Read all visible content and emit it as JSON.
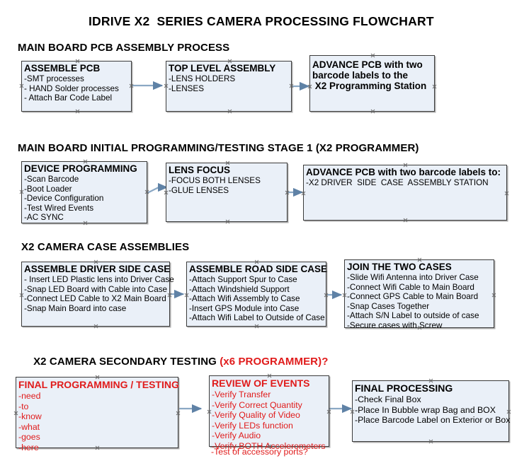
{
  "title": "IDRIVE X2  SERIES CAMERA PROCESSING FLOWCHART",
  "colors": {
    "node_fill": "#eaf0f8",
    "node_border": "#3b3b3b",
    "arrow": "#7f9db9",
    "red_accent": "#e01b1b",
    "text": "#000000"
  },
  "sections": [
    {
      "id": "main-board-pcb-assembly",
      "heading": "MAIN BOARD PCB ASSEMBLY PROCESS",
      "heading_suffix": "",
      "nodes": [
        {
          "id": "assemble-pcb",
          "head": "ASSEMBLE PCB",
          "lines": [
            "-SMT processes",
            "- HAND Solder processes",
            "- Attach Bar Code Label"
          ]
        },
        {
          "id": "top-level-assembly",
          "head": "TOP LEVEL ASSEMBLY",
          "lines": [
            "-LENS HOLDERS",
            "-LENSES"
          ]
        },
        {
          "id": "advance-pcb-programming-station",
          "head": "ADVANCE PCB with two\nbarcode labels to the\n X2 Programming Station",
          "lines": []
        }
      ]
    },
    {
      "id": "main-board-initial-programming",
      "heading": "MAIN BOARD INITIAL PROGRAMMING/TESTING STAGE 1 (X2 PROGRAMMER)",
      "heading_suffix": "",
      "nodes": [
        {
          "id": "device-programming",
          "head": "DEVICE PROGRAMMING",
          "lines": [
            "-Scan Barcode",
            "-Boot Loader",
            "-Device Configuration",
            "-Test Wired Events",
            "-AC SYNC"
          ]
        },
        {
          "id": "lens-focus",
          "head": "LENS FOCUS",
          "lines": [
            "-FOCUS BOTH LENSES",
            "-GLUE LENSES"
          ]
        },
        {
          "id": "advance-pcb-driver-side",
          "head": "ADVANCE PCB with two barcode labels to:",
          "lines": [
            "-X2 DRIVER  SIDE  CASE  ASSEMBLY STATION"
          ]
        }
      ]
    },
    {
      "id": "x2-camera-case-assemblies",
      "heading": "X2 CAMERA CASE ASSEMBLIES",
      "heading_suffix": "",
      "nodes": [
        {
          "id": "assemble-driver-side-case",
          "head": "ASSEMBLE DRIVER SIDE CASE",
          "lines": [
            "- Insert LED Plastic lens into Driver Case",
            "-Snap LED Board with Cable into Case",
            "-Connect LED Cable to X2 Main Board",
            "-Snap Main Board into case"
          ]
        },
        {
          "id": "assemble-road-side-case",
          "head": "ASSEMBLE ROAD SIDE CASE",
          "lines": [
            "-Attach Support Spur to Case",
            "-Attach Windshield Support",
            "-Attach Wifi Assembly to Case",
            "-Insert GPS Module into Case",
            "-Attach Wifi Label to Outside of Case"
          ]
        },
        {
          "id": "join-the-two-cases",
          "head": "JOIN THE TWO CASES",
          "lines": [
            "-Slide Wifi Antenna into Driver Case",
            "-Connect Wifi Cable to Main Board",
            "-Connect GPS Cable to Main Board",
            "-Snap Cases Together",
            "-Attach S/N Label to outside of case",
            "-Secure cases with Screw"
          ]
        }
      ]
    },
    {
      "id": "x2-camera-secondary-testing",
      "heading": "X2 CAMERA SECONDARY TESTING ",
      "heading_suffix": "(x6 PROGRAMMER)?",
      "nodes": [
        {
          "id": "final-programming-testing",
          "head": "FINAL PROGRAMMING / TESTING",
          "lines": [
            "-need",
            "-to",
            "-know",
            "-what",
            "-goes",
            "-here"
          ]
        },
        {
          "id": "review-of-events",
          "head": "REVIEW OF EVENTS",
          "lines": [
            "-Verify Transfer",
            "-Verify Correct Quantity",
            "-Verify Quality of Video",
            "-Verify LEDs function",
            "-Verify Audio",
            "-Verify BOTH Accelerometers"
          ],
          "overflow_line": "-Test of accessory ports?"
        },
        {
          "id": "final-processing",
          "head": "FINAL PROCESSING",
          "lines": [
            "-Check Final Box",
            "-Place In Bubble wrap Bag and BOX",
            "-Place Barcode Label on Exterior or Box"
          ]
        }
      ]
    }
  ]
}
